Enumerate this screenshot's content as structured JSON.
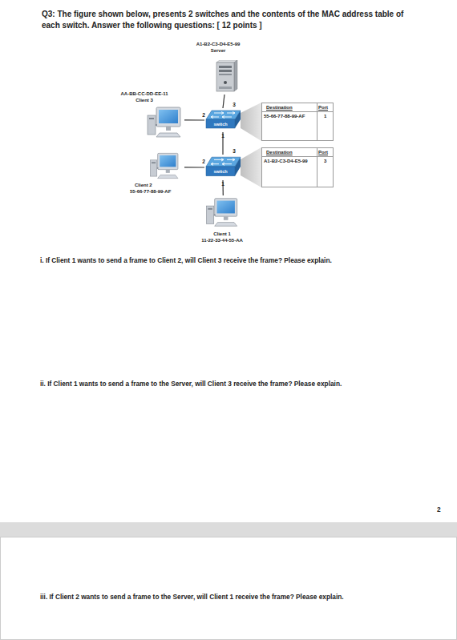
{
  "diagram": {
    "title": "Q3: The figure shown below, presents 2 switches and the contents of the MAC address table of each switch. Answer the following questions: [ 12 points ]",
    "nodes": [
      {
        "text": [
          "A1-B2-C3-D4-E5-99",
          "Server"
        ]
      },
      {
        "text": [
          "AA-BB-CC-DD-EE-11",
          "Client 3"
        ]
      },
      {
        "text": [
          "switch"
        ]
      },
      {
        "text": [
          "Destination",
          "Port",
          "55-66-77-88-99-AF",
          "1"
        ]
      },
      {
        "text": [
          "Client 2",
          "55-66-77-88-99-AF"
        ]
      },
      {
        "text": [
          "switch"
        ]
      },
      {
        "text": [
          "Destination",
          "Port",
          "A1-B2-C3-D4-E5-99",
          "3"
        ]
      },
      {
        "text": [
          "Client 1",
          "11-22-33-44-55-AA"
        ]
      }
    ],
    "edges": [
      {
        "from": 0,
        "to": 2,
        "arrow": "none"
      },
      {
        "from": 1,
        "to": 2,
        "arrow": "none"
      },
      {
        "from": 2,
        "to": 5,
        "arrow": "none"
      },
      {
        "from": 4,
        "to": 5,
        "arrow": "none"
      },
      {
        "from": 5,
        "to": 7,
        "arrow": "none"
      }
    ],
    "labels": [
      "2",
      "3",
      "1",
      "3",
      "2",
      "1",
      "i. If Client 1 wants to send a frame to Client 2, will Client 3 receive the frame? Please explain.",
      "ii. If Client 1 wants to send a frame to the Server, will Client 3 receive the frame? Please explain.",
      "2",
      "iii. If Client 2 wants to send a frame to the Server, will Client 1 receive the frame? Please explain."
    ]
  }
}
